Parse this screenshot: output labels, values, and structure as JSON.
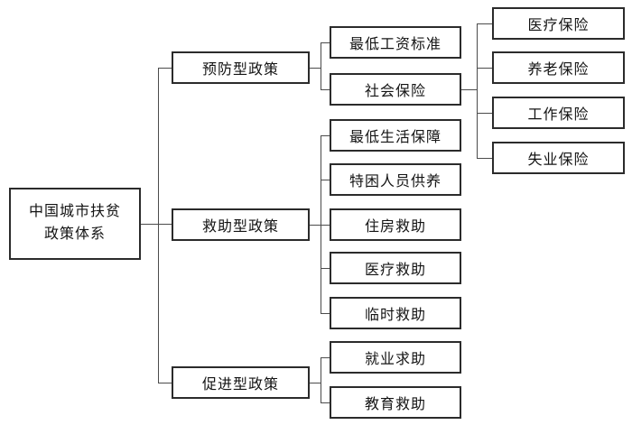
{
  "diagram": {
    "root": {
      "label": "中国城市扶贫政策体系",
      "line1": "中国城市扶贫",
      "line2": "政策体系"
    },
    "branches": [
      {
        "label": "预防型政策",
        "children": [
          {
            "label": "最低工资标准"
          },
          {
            "label": "社会保险",
            "children": [
              {
                "label": "医疗保险"
              },
              {
                "label": "养老保险"
              },
              {
                "label": "工作保险"
              },
              {
                "label": "失业保险"
              }
            ]
          }
        ]
      },
      {
        "label": "救助型政策",
        "children": [
          {
            "label": "最低生活保障"
          },
          {
            "label": "特困人员供养"
          },
          {
            "label": "住房救助"
          },
          {
            "label": "医疗救助"
          },
          {
            "label": "临时救助"
          }
        ]
      },
      {
        "label": "促进型政策",
        "children": [
          {
            "label": "就业求助"
          },
          {
            "label": "教育救助"
          }
        ]
      }
    ],
    "line_color": "#4b4b4b",
    "border_color": "#2b2b2b"
  }
}
